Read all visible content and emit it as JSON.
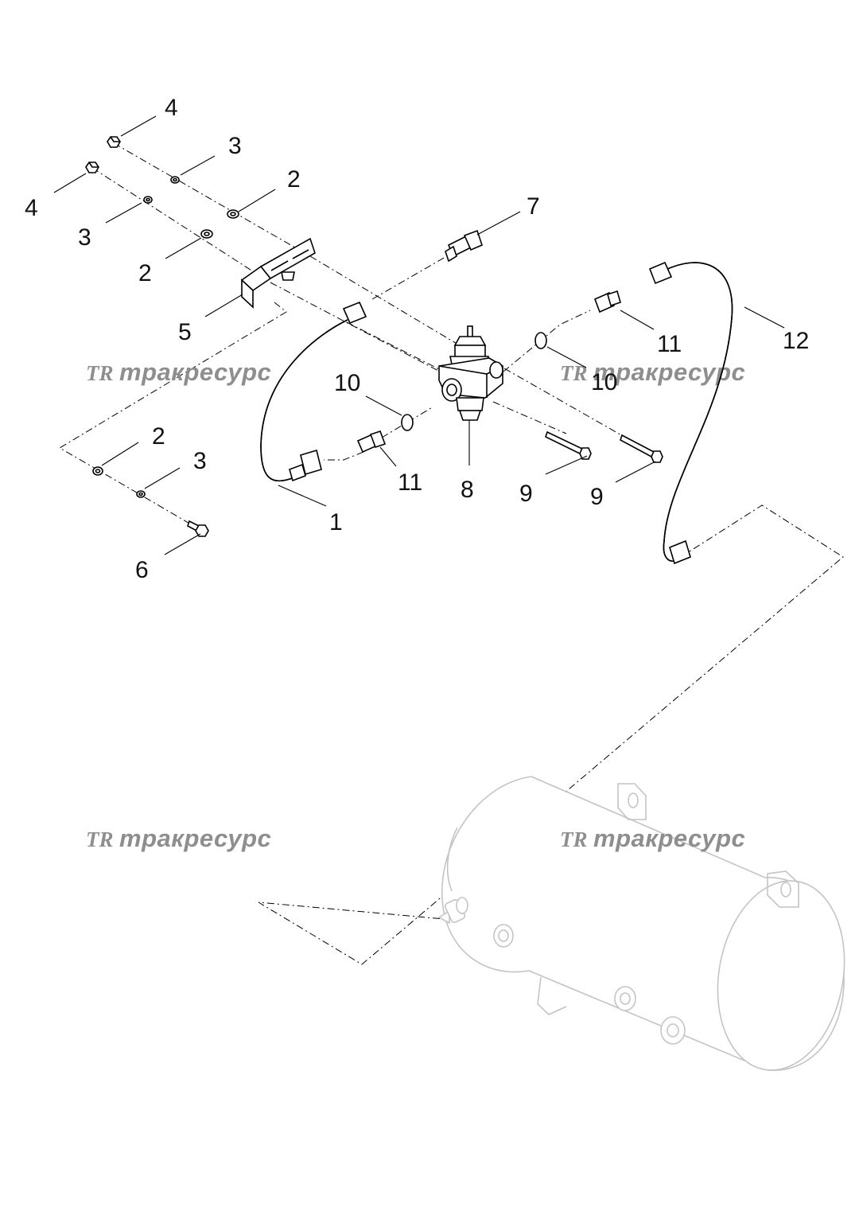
{
  "watermark": {
    "logo": "TR",
    "text": "тракресурс"
  },
  "callouts": [
    {
      "id": "c4a",
      "text": "4"
    },
    {
      "id": "c3a",
      "text": "3"
    },
    {
      "id": "c2a",
      "text": "2"
    },
    {
      "id": "c4b",
      "text": "4"
    },
    {
      "id": "c3b",
      "text": "3"
    },
    {
      "id": "c2b",
      "text": "2"
    },
    {
      "id": "c7",
      "text": "7"
    },
    {
      "id": "c5",
      "text": "5"
    },
    {
      "id": "c11a",
      "text": "11"
    },
    {
      "id": "c12",
      "text": "12"
    },
    {
      "id": "c10a",
      "text": "10"
    },
    {
      "id": "c10b",
      "text": "10"
    },
    {
      "id": "c2c",
      "text": "2"
    },
    {
      "id": "c3c",
      "text": "3"
    },
    {
      "id": "c11b",
      "text": "11"
    },
    {
      "id": "c8",
      "text": "8"
    },
    {
      "id": "c9a",
      "text": "9"
    },
    {
      "id": "c9b",
      "text": "9"
    },
    {
      "id": "c1",
      "text": "1"
    },
    {
      "id": "c6",
      "text": "6"
    }
  ]
}
